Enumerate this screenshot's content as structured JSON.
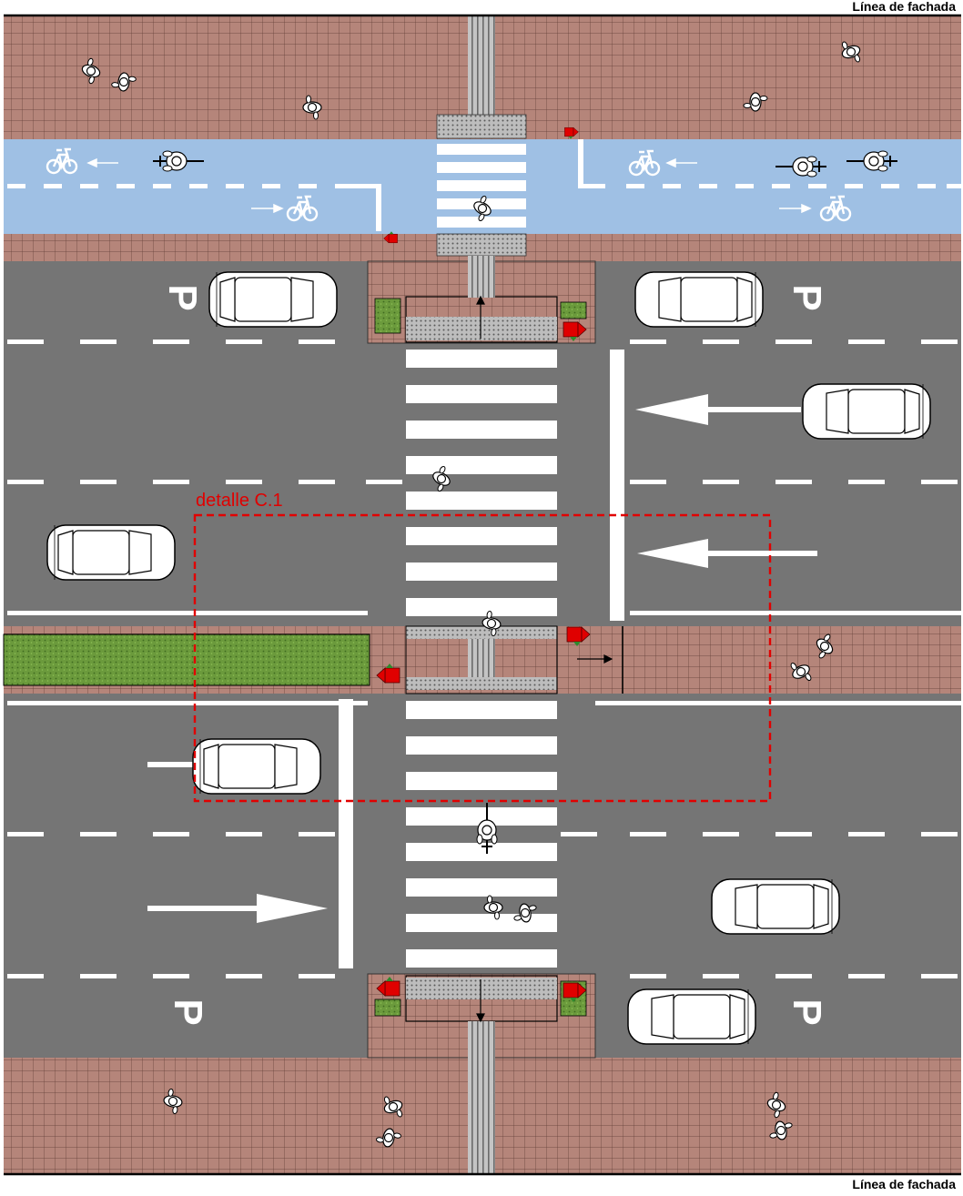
{
  "labels": {
    "facade_top": "Línea de fachada",
    "facade_bottom": "Línea de fachada",
    "detail": "detalle C.1",
    "parking_marks": [
      "P",
      "P",
      "P",
      "P"
    ]
  },
  "colors": {
    "asphalt": "#757575",
    "sidewalk": "#b5857a",
    "bike_lane": "#9fc0e4",
    "grass": "#6b9a3c",
    "marking": "#ffffff",
    "tactile_paving": "#b0b0b0",
    "detail_frame": "#e10000",
    "traffic_light": "#e00000"
  },
  "icons": [
    "car-icon",
    "pedestrian-icon",
    "cyclist-icon",
    "bicycle-symbol-icon",
    "traffic-light-icon",
    "lane-arrow-icon"
  ]
}
